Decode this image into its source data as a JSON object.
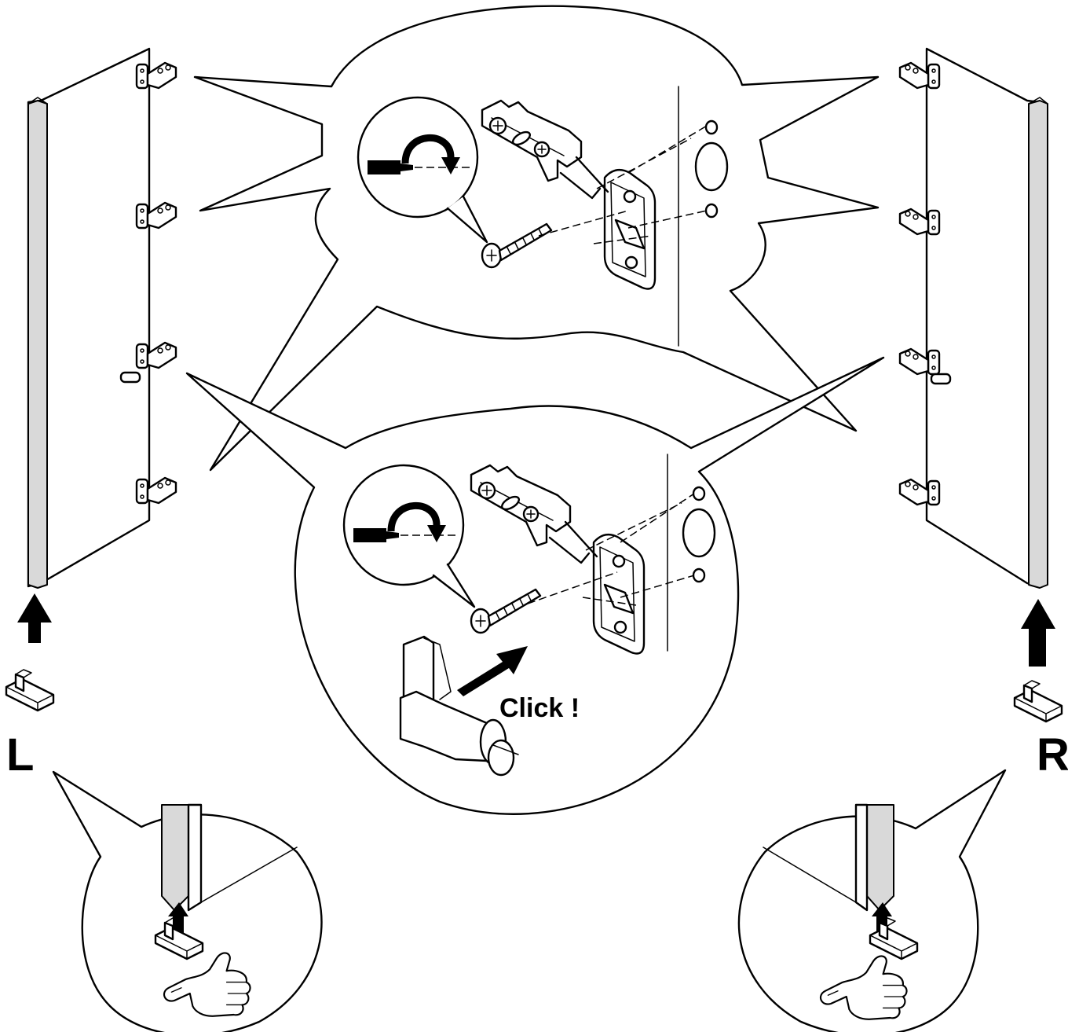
{
  "side_labels": {
    "left": "L",
    "right": "R"
  },
  "callout_text": "Click !",
  "colors": {
    "line": "#000000",
    "panel_edge": "#d9d9d9",
    "background": "#ffffff"
  },
  "icons": {
    "screwdriver_turn": "screwdriver-turn-icon",
    "thumbs_up": "thumbs-up-icon",
    "up_arrow": "up-arrow-icon"
  }
}
